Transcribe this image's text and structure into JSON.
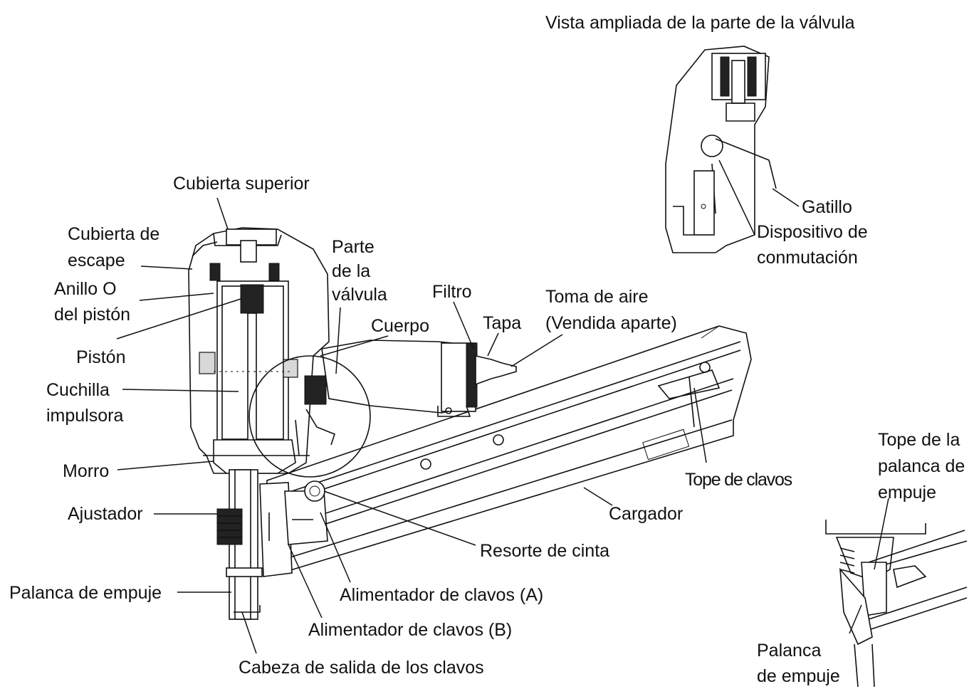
{
  "labels": {
    "enlarged_view": "Vista ampliada de la parte de la válvula",
    "top_cover": "Cubierta superior",
    "exhaust_cover_1": "Cubierta de",
    "exhaust_cover_2": "escape",
    "piston_oring_1": "Anillo O",
    "piston_oring_2": "del pistón",
    "piston": "Pistón",
    "driver_blade_1": "Cuchilla",
    "driver_blade_2": "impulsora",
    "nose": "Morro",
    "adjuster": "Ajustador",
    "push_lever": "Palanca de empuje",
    "valve_part_1": "Parte",
    "valve_part_2": "de la",
    "valve_part_3": "válvula",
    "filter": "Filtro",
    "body": "Cuerpo",
    "cap": "Tapa",
    "air_plug_1": "Toma de aire",
    "air_plug_2": "(Vendida aparte)",
    "trigger": "Gatillo",
    "switch_device_1": "Dispositivo de",
    "switch_device_2": "conmutación",
    "nail_stopper": "Tope de clavos",
    "magazine": "Cargador",
    "tape_spring": "Resorte de cinta",
    "nail_feeder_a": "Alimentador de clavos (A)",
    "nail_feeder_b": "Alimentador de clavos (B)",
    "nail_exit_head": "Cabeza de salida de los clavos",
    "push_lever_stopper_1": "Tope de la",
    "push_lever_stopper_2": "palanca de",
    "push_lever_stopper_3": "empuje",
    "push_lever_detail_1": "Palanca",
    "push_lever_detail_2": "de empuje"
  }
}
